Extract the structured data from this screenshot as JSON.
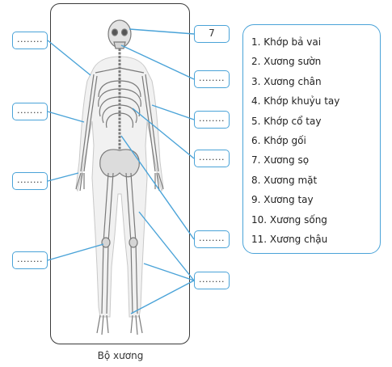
{
  "figure": {
    "caption": "Bộ xương",
    "answer_value": "7",
    "blank_placeholder": "........"
  },
  "legend": {
    "items": [
      "1. Khớp bả vai",
      "2. Xương sườn",
      "3. Xương chân",
      "4. Khớp khuỷu tay",
      "5. Khớp cổ tay",
      "6. Khớp gối",
      "7. Xương sọ",
      "8. Xương mặt",
      "9. Xương tay",
      "10. Xương sống",
      "11. Xương chậu"
    ]
  },
  "colors": {
    "leader_line": "#4aa3d8",
    "box_border": "#4aa3d8",
    "frame_border": "#3a3a3a"
  }
}
